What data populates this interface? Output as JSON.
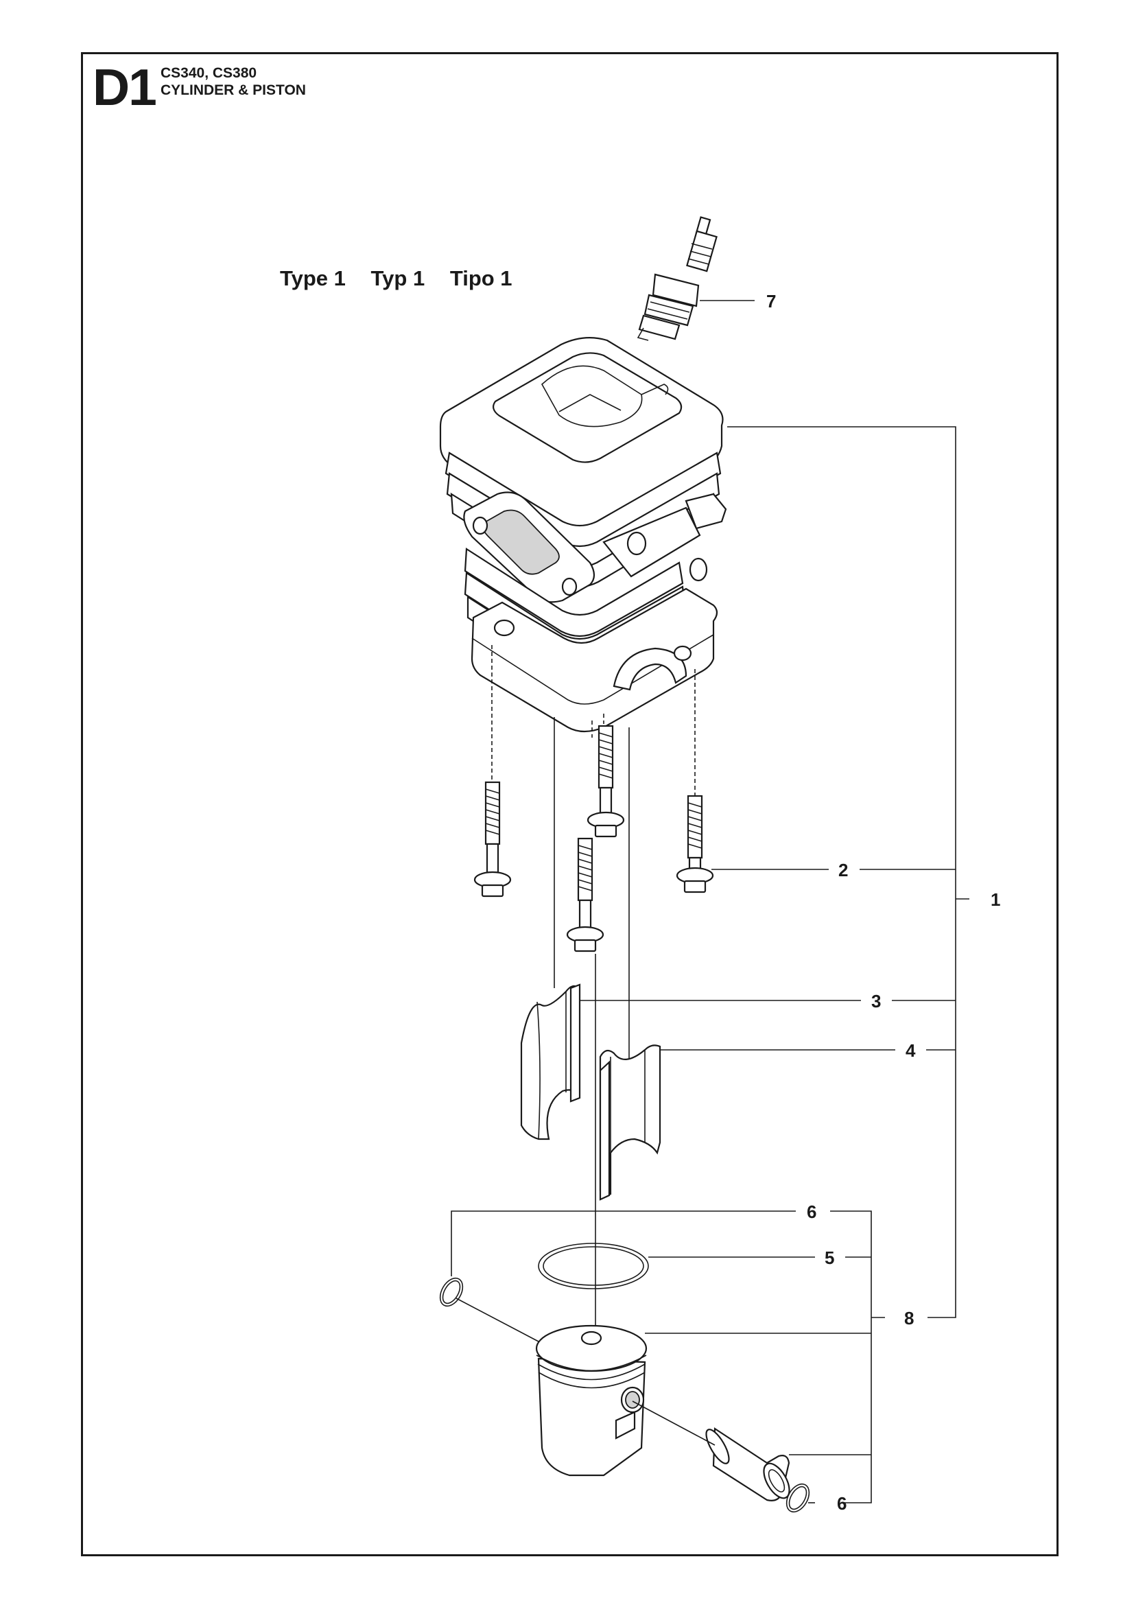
{
  "header": {
    "section_code": "D1",
    "models": "CS340, CS380",
    "title": "CYLINDER & PISTON"
  },
  "type_labels": [
    "Type 1",
    "Typ 1",
    "Tipo 1"
  ],
  "callouts": {
    "c1": "1",
    "c2": "2",
    "c3": "3",
    "c4": "4",
    "c5": "5",
    "c6_top": "6",
    "c6_bottom": "6",
    "c7": "7",
    "c8": "8"
  },
  "parts": [
    {
      "callout": "1",
      "name": "cylinder"
    },
    {
      "callout": "2",
      "name": "cylinder-bolt"
    },
    {
      "callout": "3",
      "name": "transfer-port-cover"
    },
    {
      "callout": "4",
      "name": "transfer-port-cover"
    },
    {
      "callout": "5",
      "name": "piston-ring"
    },
    {
      "callout": "6",
      "name": "circlip"
    },
    {
      "callout": "7",
      "name": "spark-plug"
    },
    {
      "callout": "8",
      "name": "piston"
    }
  ]
}
